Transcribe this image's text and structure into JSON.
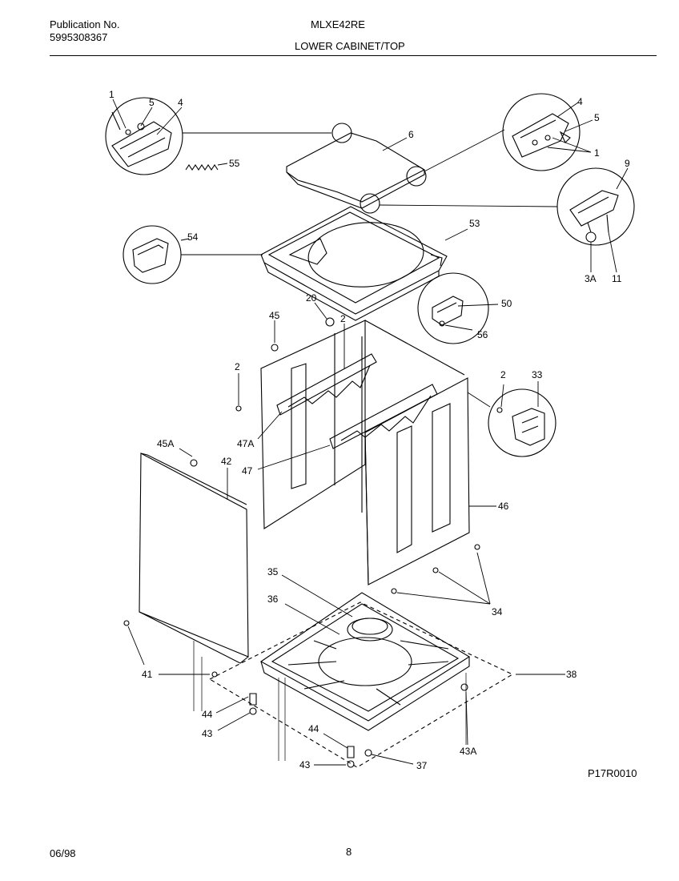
{
  "header": {
    "publication_label": "Publication No.",
    "publication_number": "5995308367",
    "model": "MLXE42RE",
    "section_title": "LOWER CABINET/TOP"
  },
  "callouts": {
    "c1_left": "1",
    "c5_left": "5",
    "c4_left": "4",
    "c6": "6",
    "c55": "55",
    "c4_right": "4",
    "c5_right": "5",
    "c1_right": "1",
    "c9": "9",
    "c3a": "3A",
    "c11": "11",
    "c54": "54",
    "c53": "53",
    "c20": "20",
    "c50": "50",
    "c56": "56",
    "c45": "45",
    "c2_top": "2",
    "c2_left": "2",
    "c2_right": "2",
    "c33": "33",
    "c47a": "47A",
    "c47": "47",
    "c45a": "45A",
    "c42": "42",
    "c46": "46",
    "c35": "35",
    "c36": "36",
    "c34": "34",
    "c41": "41",
    "c38": "38",
    "c44_a": "44",
    "c43_a": "43",
    "c44_b": "44",
    "c43_b": "43",
    "c37": "37",
    "c43a": "43A"
  },
  "diagram_code": "P17R0010",
  "footer": {
    "date": "06/98",
    "page": "8"
  }
}
